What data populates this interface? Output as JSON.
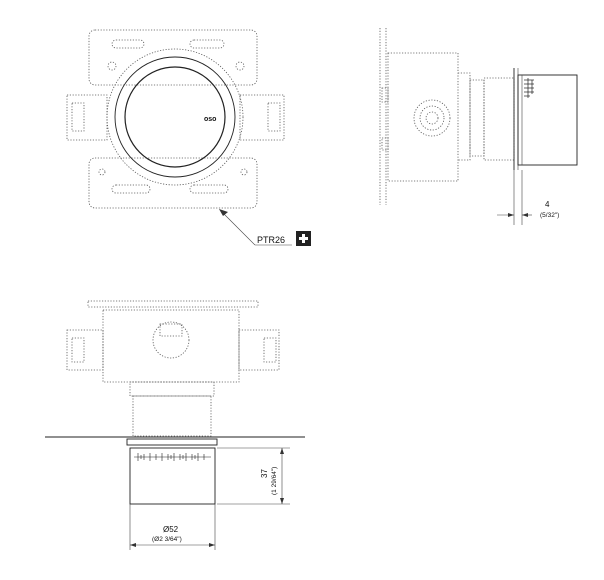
{
  "callout": {
    "label": "PTR26",
    "badge_icon": "plus-icon"
  },
  "side_view": {
    "depth_value": "4",
    "depth_value_inch": "(5/32\")"
  },
  "bottom_view": {
    "height_value": "37",
    "height_value_inch": "(1 29/64\")",
    "diameter_value": "Ø52",
    "diameter_value_inch": "(Ø2 3/64\")"
  },
  "dial_brand_mark": "oso"
}
